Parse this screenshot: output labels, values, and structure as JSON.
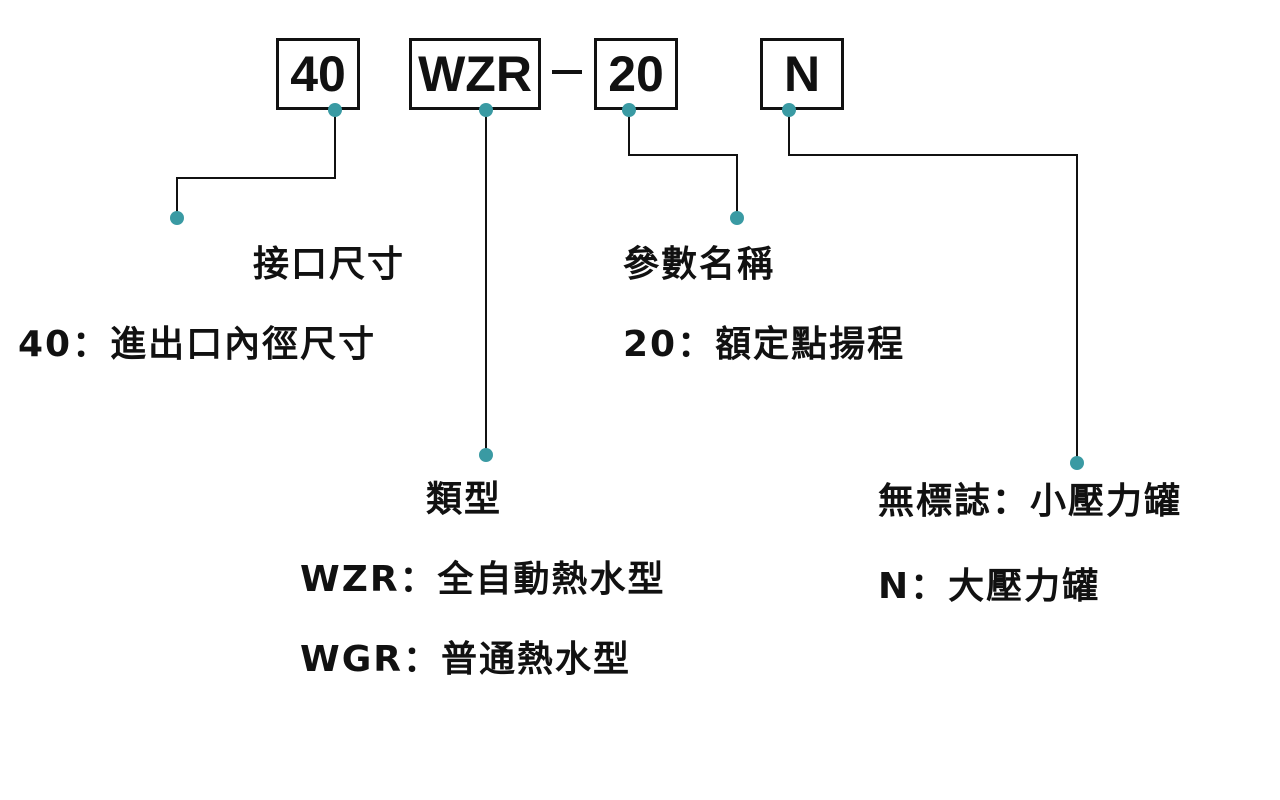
{
  "code": {
    "part_size": "40",
    "part_type": "WZR",
    "separator": "–",
    "part_param": "20",
    "part_pressure": "N"
  },
  "groups": {
    "size": {
      "heading": "接口尺寸",
      "options": [
        "40：進出口內徑尺寸"
      ]
    },
    "type": {
      "heading": "類型",
      "options": [
        "WZR：全自動熱水型",
        "WGR：普通熱水型"
      ]
    },
    "param": {
      "heading": "參數名稱",
      "options": [
        "20：額定點揚程"
      ]
    },
    "pressure": {
      "heading": "",
      "options": [
        "無標誌：小壓力罐",
        "N：大壓力罐"
      ]
    }
  },
  "colors": {
    "dot": "#3a9aa3",
    "line": "#111111",
    "text": "#111111"
  }
}
